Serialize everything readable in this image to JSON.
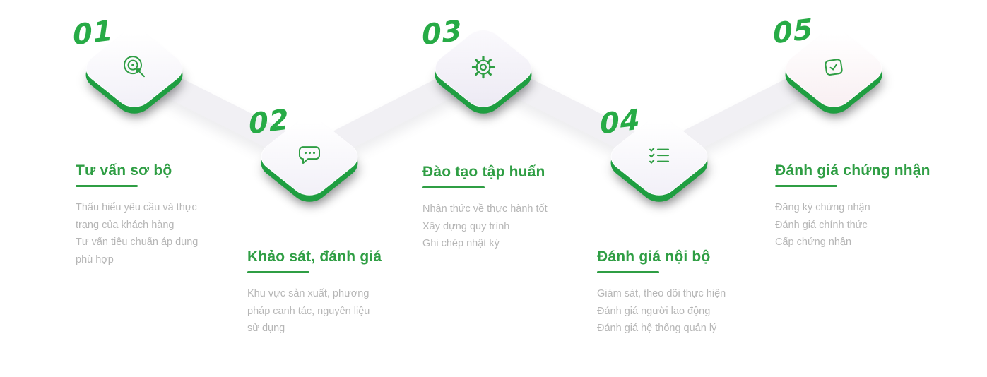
{
  "steps": [
    {
      "number": "01",
      "title": "Tư vấn sơ bộ",
      "description": "Thấu hiểu yêu cầu và thực\ntrạng của khách hàng\nTư vấn tiêu chuẩn áp dụng\nphù hợp",
      "icon": "target-icon"
    },
    {
      "number": "02",
      "title": "Khảo sát, đánh giá",
      "description": "Khu vực sản xuất, phương\npháp canh tác, nguyên liệu\nsử dụng",
      "icon": "chat-icon"
    },
    {
      "number": "03",
      "title": "Đào tạo tập huấn",
      "description": "Nhận thức về thực hành tốt\nXây dựng quy trình\nGhi chép nhật ký",
      "icon": "gear-icon"
    },
    {
      "number": "04",
      "title": "Đánh giá nội bộ",
      "description": "Giám sát, theo dõi thực hiện\nĐánh giá người lao động\nĐánh giá hệ thống quản lý",
      "icon": "checklist-icon"
    },
    {
      "number": "05",
      "title": "Đánh giá chứng nhận",
      "description": "Đăng ký chứng nhận\nĐánh giá chính thức\nCấp chứng nhận",
      "icon": "certificate-icon"
    }
  ],
  "colors": {
    "accent_green": "#2f9e44",
    "number_green": "#27ab46",
    "text_gray": "#b6b6b6",
    "ribbon": "#f1f0f4",
    "tile_edge_green": "#1f9e41"
  }
}
